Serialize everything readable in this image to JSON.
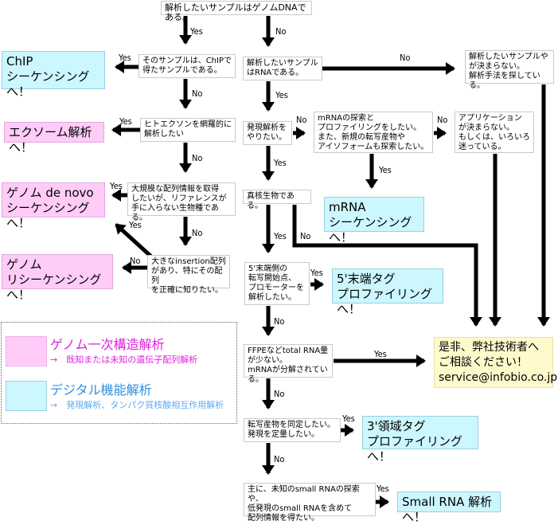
{
  "colors": {
    "result_cyan": "#ccf7ff",
    "result_pink": "#ffccf7",
    "result_yellow": "#fffacc",
    "legend_pink_text": "#e020e0",
    "legend_blue_text": "#3090e0"
  },
  "questions": {
    "q_genome_dna": "解析したいサンプルはゲノムDNAである。",
    "q_chip": "そのサンプルは、ChIPで\n得たサンプルである。",
    "q_exon": "ヒトエクソンを網羅的に\n解析したい",
    "q_denovo": "大規模な配列情報を取得\nしたいが、リファレンスが\n手に入らない生物種である。",
    "q_insertion": "大きなinsertion配列\nがあり、特にその配列\nを正確に知りたい。",
    "q_rna": "解析したいサンプル\nはRNAである。",
    "q_undecided_sample": "解析したいサンプルや\nが決まらない。\n解析手法を探している。",
    "q_expression": "発現解析を\nやりたい。",
    "q_mrna_explore": "mRNAの探索と\nプロファイリングをしたい。\nまた、新規の転写産物や\nアイソフォームも探索したい。",
    "q_application": "アプリケーション\nが決まらない。\nもしくは、いろいろ\n迷っている。",
    "q_eukaryote": "真核生物である。",
    "q_5prime": "5'末端側の\n転写開始点、\nプロモーターを\n解析したい。",
    "q_ffpe": "FFPEなどtotal RNA量\nが少ない。\nmRNAが分解されている。",
    "q_transcript": "転写産物を同定したい。\n発現を定量したい。",
    "q_smallrna": "主に、未知のsmall RNAの探索や、\n低発現のsmall RNAを含めて\n配列情報を得たい。"
  },
  "results": {
    "chip_seq": "ChIP\nシーケンシングへ！",
    "exome": "エクソーム解析へ！",
    "denovo": "ゲノム de novo\nシーケンシングへ！",
    "reseq": "ゲノム\nリシーケンシングへ！",
    "mrna_seq": "mRNA\nシーケンシングへ！",
    "tag5": "5'末端タグ\nプロファイリングへ！",
    "tag3": "3'領域タグ\nプロファイリングへ！",
    "smallrna": "Small RNA 解析へ！",
    "consult": "是非、弊社技術者へ\nご相談ください！\nservice@infobio.co.jp"
  },
  "edges": {
    "yes": "Yes",
    "no": "No"
  },
  "legend": {
    "genome_title": "ゲノム一次構造解析",
    "genome_sub": "→　既知または未知の遺伝子配列解析",
    "digital_title": "デジタル機能解析",
    "digital_sub": "→　発現解析、タンパク質核酸相互作用解析"
  }
}
